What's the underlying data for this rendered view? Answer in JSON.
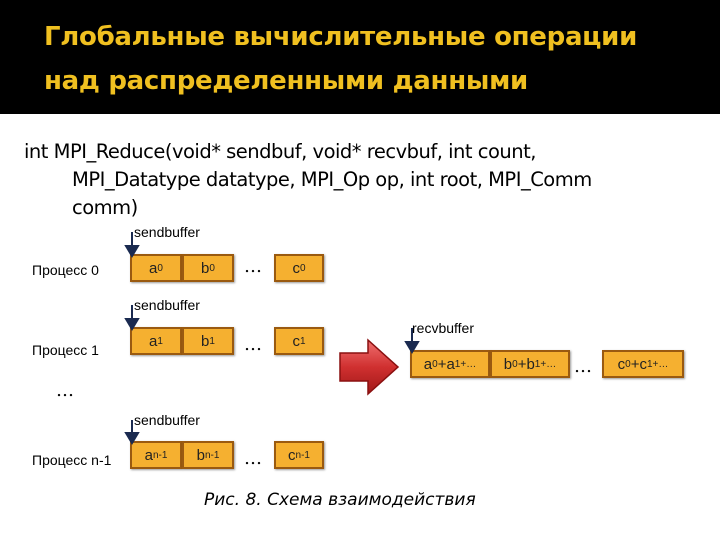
{
  "title": {
    "line1": "Глобальные вычислительные операции",
    "line2": "над распределенными данными"
  },
  "signature": {
    "line1": "int MPI_Reduce(void* sendbuf, void* recvbuf, int count,",
    "line2": "MPI_Datatype datatype, MPI_Op op, int root, MPI_Comm",
    "line3": "comm)"
  },
  "processes": [
    {
      "label": "Процесс 0",
      "buffer_label": "sendbuffer",
      "cells": [
        [
          "a",
          "0"
        ],
        [
          "b",
          "0"
        ],
        [
          "c",
          "0"
        ]
      ]
    },
    {
      "label": "Процесс 1",
      "buffer_label": "sendbuffer",
      "cells": [
        [
          "a",
          "1"
        ],
        [
          "b",
          "1"
        ],
        [
          "c",
          "1"
        ]
      ]
    },
    {
      "label": "Процесс n-1",
      "buffer_label": "sendbuffer",
      "cells": [
        [
          "a",
          "n-1"
        ],
        [
          "b",
          "n-1"
        ],
        [
          "c",
          "n-1"
        ]
      ]
    }
  ],
  "ellipsis": "…",
  "receive": {
    "buffer_label": "recvbuffer",
    "cells": [
      [
        "a",
        "0",
        "+a",
        "1+…"
      ],
      [
        "b",
        "0",
        "+b",
        "1+…"
      ],
      [
        "c",
        "0",
        "+c",
        "1+…"
      ]
    ]
  },
  "caption": "Рис. 8. Схема взаимодействия",
  "colors": {
    "title_bg": "#000000",
    "title_text": "#f0c020",
    "cell_fill": "#f5b030",
    "cell_border": "#9a5a10",
    "arrow_fill": "#d03030",
    "pointer": "#1a2a50"
  }
}
